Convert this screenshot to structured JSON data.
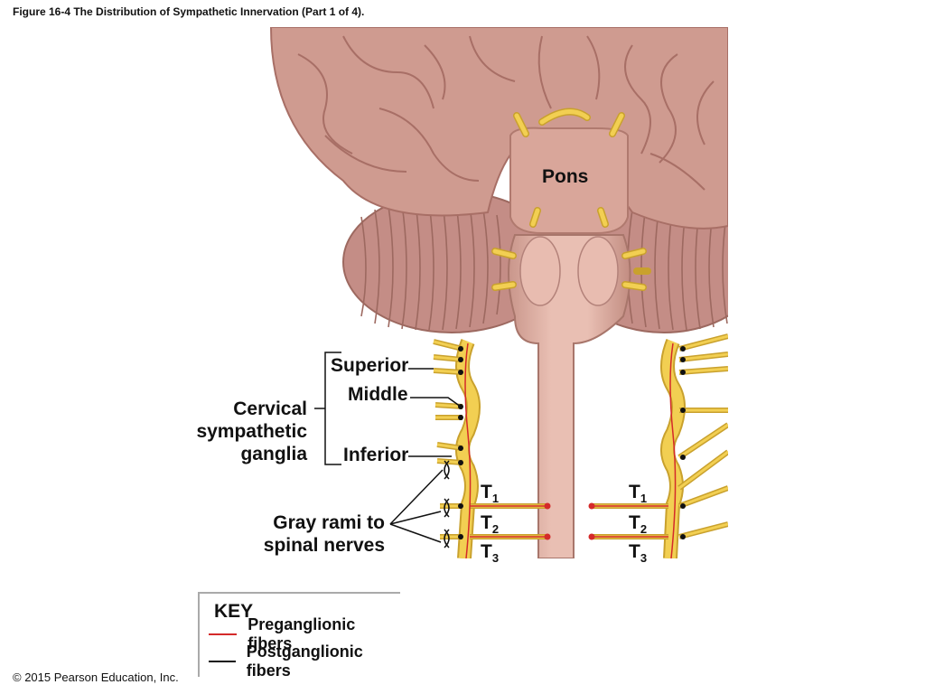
{
  "caption": "Figure 16-4 The Distribution of Sympathetic Innervation (Part 1 of 4).",
  "copyright": "© 2015 Pearson Education, Inc.",
  "labels": {
    "pons": "Pons",
    "superior": "Superior",
    "middle": "Middle",
    "inferior": "Inferior",
    "cervical_line1": "Cervical",
    "cervical_line2": "sympathetic",
    "cervical_line3": "ganglia",
    "gray_rami_line1": "Gray rami to",
    "gray_rami_line2": "spinal nerves"
  },
  "thoracic": {
    "letter": "T",
    "levels": [
      "1",
      "2",
      "3"
    ]
  },
  "key": {
    "title": "KEY",
    "items": [
      {
        "label": "Preganglionic fibers",
        "color": "#d42a2a"
      },
      {
        "label": "Postganglionic fibers",
        "color": "#111111"
      }
    ]
  },
  "colors": {
    "brain": "#cf9b90",
    "brain_dark": "#a86f66",
    "cerebellum": "#c48d86",
    "stem": "#e0b1a5",
    "nerve": "#f2cf52",
    "nerve_edge": "#c9a12d",
    "preganglionic": "#d42a2a"
  }
}
